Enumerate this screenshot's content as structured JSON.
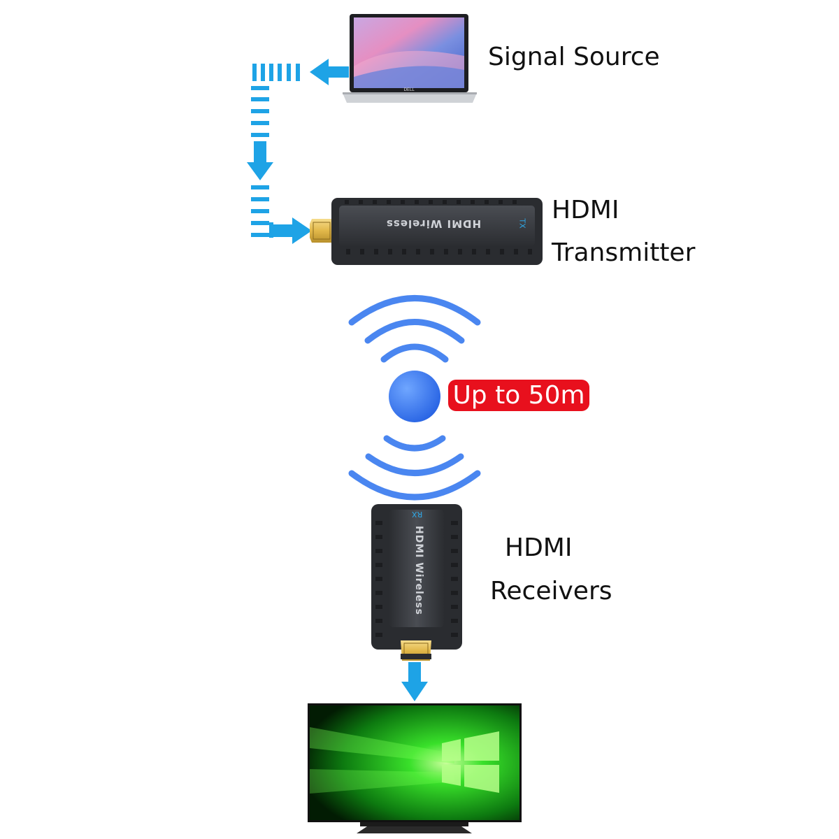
{
  "labels": {
    "signal_source": "Signal Source",
    "transmitter_line1": "HDMI",
    "transmitter_line2": "Transmitter",
    "receivers_line1": "HDMI",
    "receivers_line2": "Receivers",
    "range": "Up to 50m"
  },
  "devices": {
    "transmitter_print": "HDMI Wireless",
    "transmitter_tag": "TX",
    "receiver_print": "HDMI Wireless",
    "receiver_tag": "RX",
    "laptop_logo": "DELL"
  },
  "icons": [
    "laptop-icon",
    "arrow-left-icon",
    "arrow-down-icon",
    "arrow-right-icon",
    "wireless-waves-icon",
    "tv-icon"
  ],
  "colors": {
    "flow_blue": "#1ea3e6",
    "wave_blue": "#4a86f0",
    "badge_red": "#e8101d",
    "dongle_body": "#3a3d42",
    "connector_gold": "#e9c46a",
    "screen_green": "#1fbf23"
  }
}
